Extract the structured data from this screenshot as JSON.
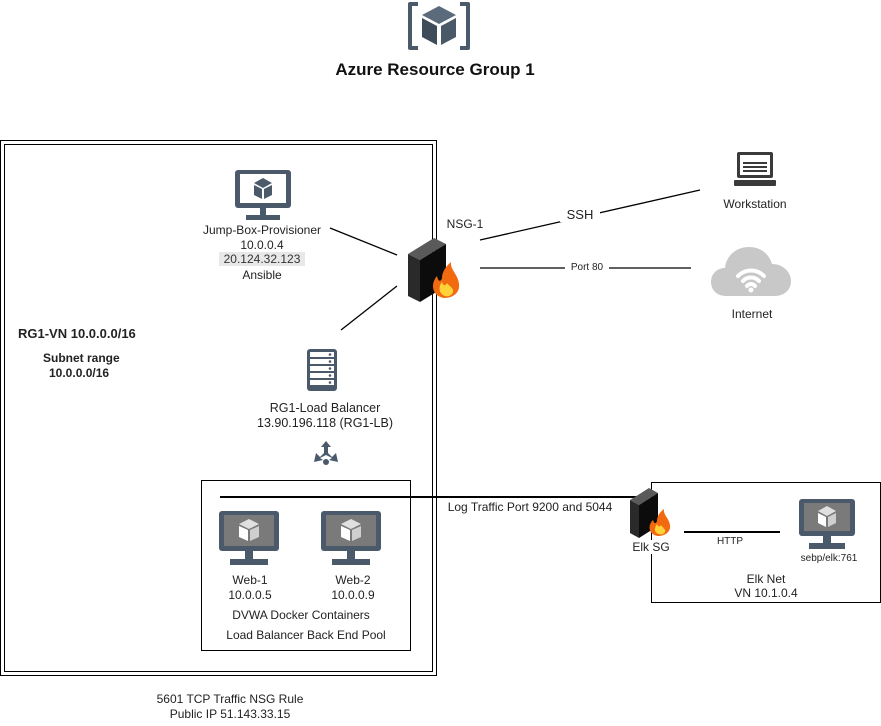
{
  "title": "Azure Resource Group 1",
  "vnet": {
    "label": "RG1-VN 10.0.0.0/16",
    "subnet_label": "Subnet range",
    "subnet_value": "10.0.0.0/16"
  },
  "jumpbox": {
    "name": "Jump-Box-Provisioner",
    "private_ip": "10.0.0.4",
    "public_ip": "20.124.32.123",
    "role": "Ansible"
  },
  "nsg": {
    "label": "NSG-1"
  },
  "workstation": {
    "label": "Workstation"
  },
  "internet": {
    "label": "Internet"
  },
  "connections": {
    "ssh": "SSH",
    "port80": "Port 80",
    "log_traffic": "Log Traffic Port 9200 and 5044",
    "http": "HTTP"
  },
  "load_balancer": {
    "name": "RG1-Load Balancer",
    "ip": "13.90.196.118 (RG1-LB)"
  },
  "pool": {
    "web1_name": "Web-1",
    "web1_ip": "10.0.0.5",
    "web2_name": "Web-2",
    "web2_ip": "10.0.0.9",
    "containers": "DVWA Docker Containers",
    "pool_label": "Load Balancer Back End Pool"
  },
  "elk": {
    "sg_label": "Elk SG",
    "vm_label": "sebp/elk:761",
    "net_label": "Elk Net",
    "vn_label": "VN 10.1.0.4"
  },
  "footer": {
    "rule": "5601 TCP Traffic NSG Rule",
    "public_ip": "Public IP  51.143.33.15"
  }
}
